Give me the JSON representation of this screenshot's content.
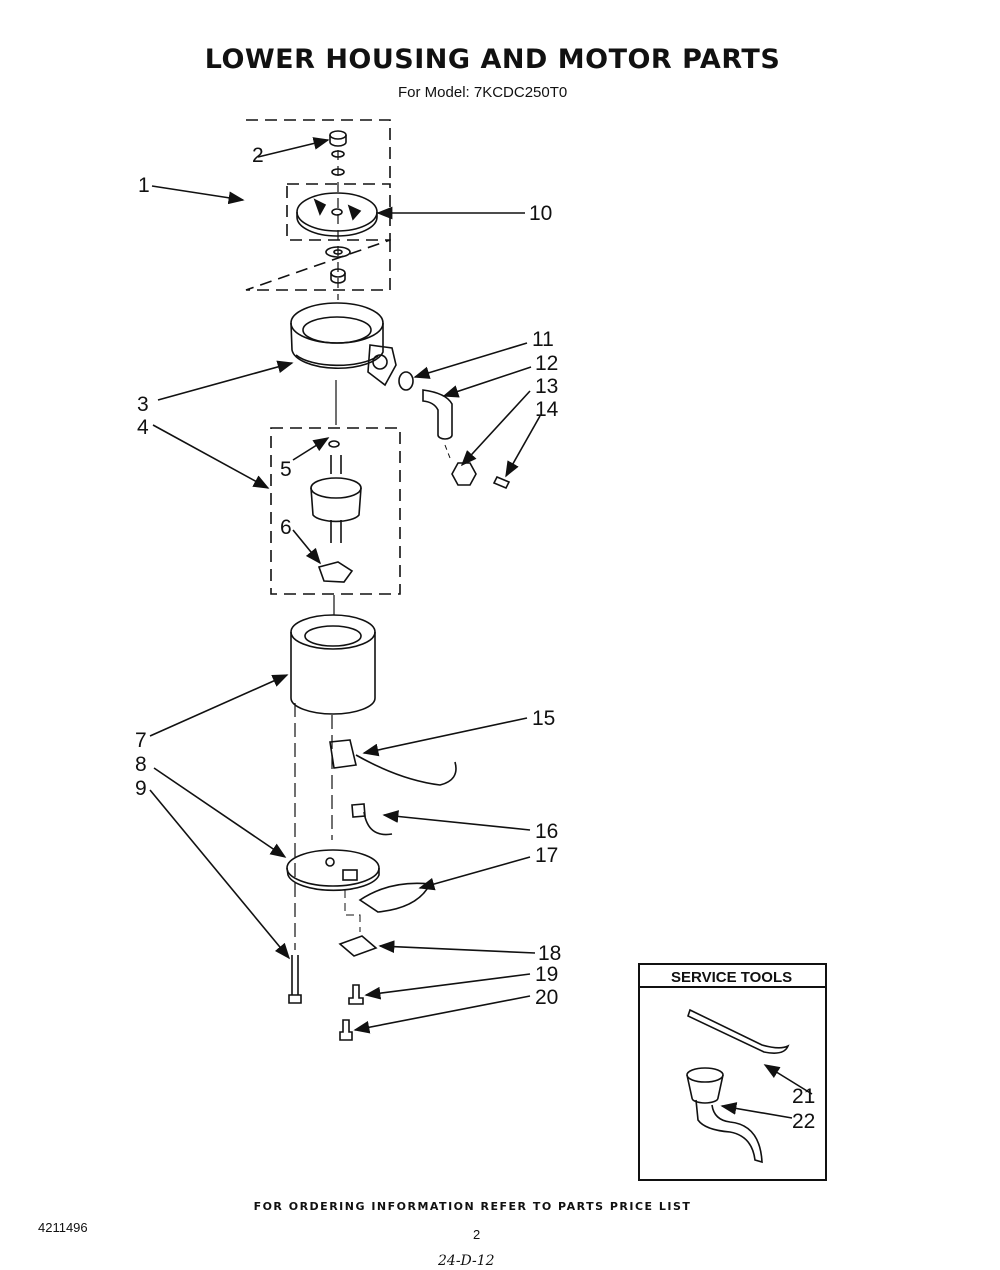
{
  "header": {
    "title": "LOWER HOUSING AND MOTOR PARTS",
    "subtitle": "For Model: 7KCDC250T0"
  },
  "callouts": [
    {
      "id": "1",
      "label": "1"
    },
    {
      "id": "2",
      "label": "2"
    },
    {
      "id": "3",
      "label": "3"
    },
    {
      "id": "4",
      "label": "4"
    },
    {
      "id": "5",
      "label": "5"
    },
    {
      "id": "6",
      "label": "6"
    },
    {
      "id": "7",
      "label": "7"
    },
    {
      "id": "8",
      "label": "8"
    },
    {
      "id": "9",
      "label": "9"
    },
    {
      "id": "10",
      "label": "10"
    },
    {
      "id": "11",
      "label": "11"
    },
    {
      "id": "12",
      "label": "12"
    },
    {
      "id": "13",
      "label": "13"
    },
    {
      "id": "14",
      "label": "14"
    },
    {
      "id": "15",
      "label": "15"
    },
    {
      "id": "16",
      "label": "16"
    },
    {
      "id": "17",
      "label": "17"
    },
    {
      "id": "18",
      "label": "18"
    },
    {
      "id": "19",
      "label": "19"
    },
    {
      "id": "20",
      "label": "20"
    },
    {
      "id": "21",
      "label": "21"
    },
    {
      "id": "22",
      "label": "22"
    }
  ],
  "service_tools": {
    "title": "SERVICE TOOLS"
  },
  "footer": {
    "note": "FOR ORDERING INFORMATION REFER TO PARTS PRICE LIST",
    "doc_number": "4211496",
    "page_number": "2",
    "handwritten": "24-D-12"
  }
}
